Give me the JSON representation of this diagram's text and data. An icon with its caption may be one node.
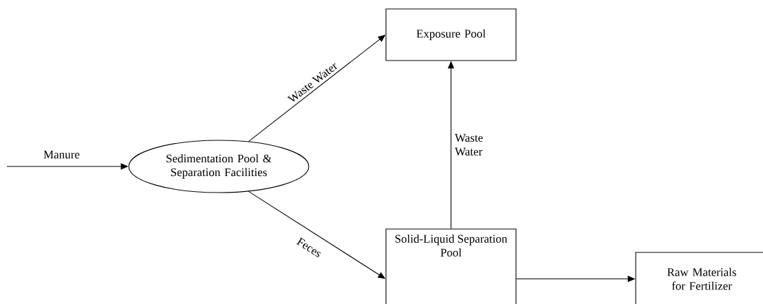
{
  "diagram": {
    "nodes": [
      {
        "text": [
          "Sedimentation Pool & Separation Facilities"
        ]
      },
      {
        "text": [
          "Exposure Pool"
        ]
      },
      {
        "text": [
          "Solid-Liquid Separation Pool"
        ]
      },
      {
        "text": [
          "Raw Materials for Fertilizer"
        ]
      }
    ],
    "edges": [
      {
        "from": null,
        "to": 0,
        "arrow": "to",
        "label": "Manure"
      },
      {
        "from": 0,
        "to": 1,
        "arrow": "to",
        "label": "Waste Water"
      },
      {
        "from": 0,
        "to": 2,
        "arrow": "to",
        "label": "Feces"
      },
      {
        "from": 2,
        "to": 1,
        "arrow": "to",
        "label": "Waste Water"
      },
      {
        "from": 2,
        "to": 3,
        "arrow": "to"
      }
    ]
  }
}
